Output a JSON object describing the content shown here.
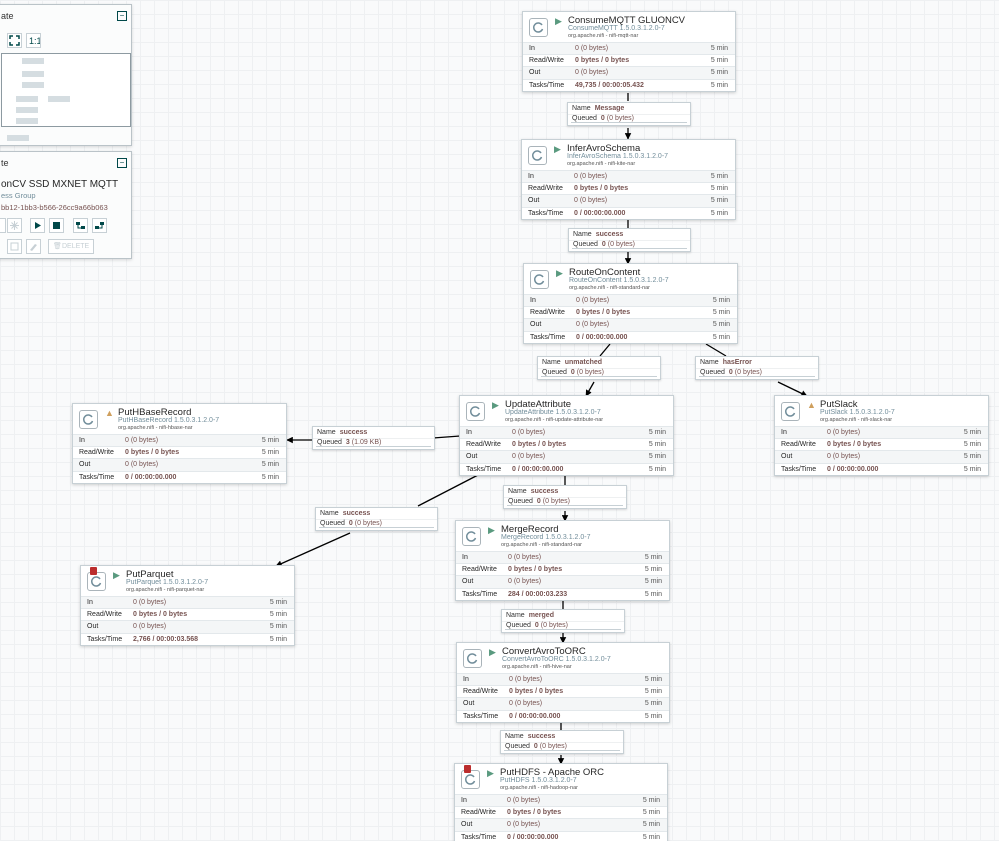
{
  "navigate_panel": {
    "title": "ate"
  },
  "operate_panel": {
    "title": "te",
    "component_name": "onCV SSD MXNET MQTT",
    "component_type": "ess Group",
    "component_id": "bb12-1bb3-b566-26cc9a66b063",
    "delete_label": "DELETE"
  },
  "stat_labels": {
    "in": "In",
    "rw": "Read/Write",
    "out": "Out",
    "tasks": "Tasks/Time"
  },
  "processors": {
    "consumemqtt": {
      "name": "ConsumeMQTT GLUONCV",
      "type": "ConsumeMQTT 1.5.0.3.1.2.0-7",
      "bundle": "org.apache.nifi - nifi-mqtt-nar",
      "in": "0 (0 bytes)",
      "rw": "0 bytes / 0 bytes",
      "out": "0 (0 bytes)",
      "tasks": "49,735 / 00:00:05.432",
      "window": "5 min"
    },
    "inferavro": {
      "name": "InferAvroSchema",
      "type": "InferAvroSchema 1.5.0.3.1.2.0-7",
      "bundle": "org.apache.nifi - nifi-kite-nar",
      "in": "0 (0 bytes)",
      "rw": "0 bytes / 0 bytes",
      "out": "0 (0 bytes)",
      "tasks": "0 / 00:00:00.000",
      "window": "5 min"
    },
    "routeoncontent": {
      "name": "RouteOnContent",
      "type": "RouteOnContent 1.5.0.3.1.2.0-7",
      "bundle": "org.apache.nifi - nifi-standard-nar",
      "in": "0 (0 bytes)",
      "rw": "0 bytes / 0 bytes",
      "out": "0 (0 bytes)",
      "tasks": "0 / 00:00:00.000",
      "window": "5 min"
    },
    "updateattribute": {
      "name": "UpdateAttribute",
      "type": "UpdateAttribute 1.5.0.3.1.2.0-7",
      "bundle": "org.apache.nifi - nifi-update-attribute-nar",
      "in": "0 (0 bytes)",
      "rw": "0 bytes / 0 bytes",
      "out": "0 (0 bytes)",
      "tasks": "0 / 00:00:00.000",
      "window": "5 min"
    },
    "puthbase": {
      "name": "PutHBaseRecord",
      "type": "PutHBaseRecord 1.5.0.3.1.2.0-7",
      "bundle": "org.apache.nifi - nifi-hbase-nar",
      "in": "0 (0 bytes)",
      "rw": "0 bytes / 0 bytes",
      "out": "0 (0 bytes)",
      "tasks": "0 / 00:00:00.000",
      "window": "5 min"
    },
    "putslack": {
      "name": "PutSlack",
      "type": "PutSlack 1.5.0.3.1.2.0-7",
      "bundle": "org.apache.nifi - nifi-slack-nar",
      "in": "0 (0 bytes)",
      "rw": "0 bytes / 0 bytes",
      "out": "0 (0 bytes)",
      "tasks": "0 / 00:00:00.000",
      "window": "5 min"
    },
    "mergerecord": {
      "name": "MergeRecord",
      "type": "MergeRecord 1.5.0.3.1.2.0-7",
      "bundle": "org.apache.nifi - nifi-standard-nar",
      "in": "0 (0 bytes)",
      "rw": "0 bytes / 0 bytes",
      "out": "0 (0 bytes)",
      "tasks": "284 / 00:00:03.233",
      "window": "5 min"
    },
    "putparquet": {
      "name": "PutParquet",
      "type": "PutParquet 1.5.0.3.1.2.0-7",
      "bundle": "org.apache.nifi - nifi-parquet-nar",
      "in": "0 (0 bytes)",
      "rw": "0 bytes / 0 bytes",
      "out": "0 (0 bytes)",
      "tasks": "2,766 / 00:00:03.568",
      "window": "5 min"
    },
    "convertavro": {
      "name": "ConvertAvroToORC",
      "type": "ConvertAvroToORC 1.5.0.3.1.2.0-7",
      "bundle": "org.apache.nifi - nifi-hive-nar",
      "in": "0 (0 bytes)",
      "rw": "0 bytes / 0 bytes",
      "out": "0 (0 bytes)",
      "tasks": "0 / 00:00:00.000",
      "window": "5 min"
    },
    "puthdfs": {
      "name": "PutHDFS - Apache ORC",
      "type": "PutHDFS 1.5.0.3.1.2.0-7",
      "bundle": "org.apache.nifi - nifi-hadoop-nar",
      "in": "0 (0 bytes)",
      "rw": "0 bytes / 0 bytes",
      "out": "0 (0 bytes)",
      "tasks": "0 / 00:00:00.000",
      "window": "5 min"
    }
  },
  "conn_labels": {
    "name": "Name",
    "queued": "Queued"
  },
  "connections": {
    "message": {
      "name": "Message",
      "count": "0",
      "size": "(0 bytes)"
    },
    "success1": {
      "name": "success",
      "count": "0",
      "size": "(0 bytes)"
    },
    "unmatched": {
      "name": "unmatched",
      "count": "0",
      "size": "(0 bytes)"
    },
    "haserror": {
      "name": "hasError",
      "count": "0",
      "size": "(0 bytes)"
    },
    "hbase_success": {
      "name": "success",
      "count": "3",
      "size": "(1.09 KB)"
    },
    "parquet_success": {
      "name": "success",
      "count": "0",
      "size": "(0 bytes)"
    },
    "merge_success": {
      "name": "success",
      "count": "0",
      "size": "(0 bytes)"
    },
    "merged": {
      "name": "merged",
      "count": "0",
      "size": "(0 bytes)"
    },
    "orc_success": {
      "name": "success",
      "count": "0",
      "size": "(0 bytes)"
    }
  }
}
